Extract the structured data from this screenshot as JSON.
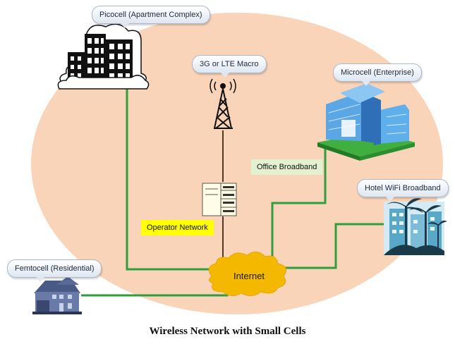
{
  "diagram": {
    "caption": "Wireless Network with Small Cells",
    "nodes": {
      "picocell": "Picocell (Apartment Complex)",
      "macro": "3G or LTE Macro",
      "microcell": "Microcell (Enterprise)",
      "hotel": "Hotel WiFi Broadband",
      "femtocell": "Femtocell (Residential)",
      "office_broadband": "Office Broadband",
      "operator_network": "Operator Network",
      "internet": "Internet"
    },
    "colors": {
      "background_oval": "#f9d4b8",
      "connection_line": "#2e9e3e",
      "internet_cloud": "#f5b800",
      "office_label_bg": "#e2f1cf",
      "operator_label_bg": "#ffff00",
      "callout_fill": "#dfe7f1"
    },
    "icons": [
      "apartment-building-icon",
      "cell-tower-icon",
      "office-building-icon",
      "hotel-palm-trees-icon",
      "house-icon",
      "server-rack-icon",
      "cloud-icon"
    ]
  }
}
